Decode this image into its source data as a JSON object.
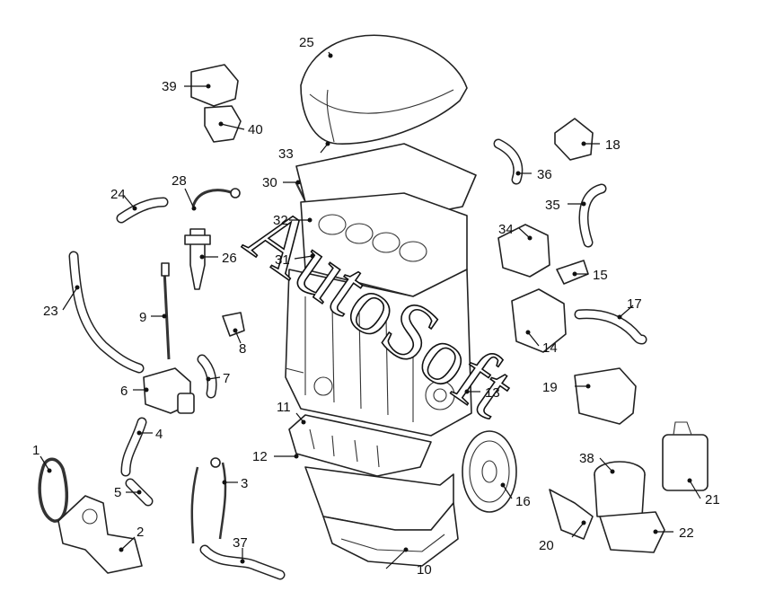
{
  "diagram": {
    "watermark": "AutoSoft",
    "callouts": [
      "1",
      "2",
      "3",
      "4",
      "5",
      "6",
      "7",
      "8",
      "9",
      "10",
      "11",
      "12",
      "13",
      "14",
      "15",
      "16",
      "17",
      "18",
      "19",
      "20",
      "21",
      "22",
      "23",
      "24",
      "25",
      "26",
      "28",
      "30",
      "31",
      "32",
      "33",
      "34",
      "35",
      "36",
      "37",
      "38",
      "39",
      "40"
    ]
  }
}
